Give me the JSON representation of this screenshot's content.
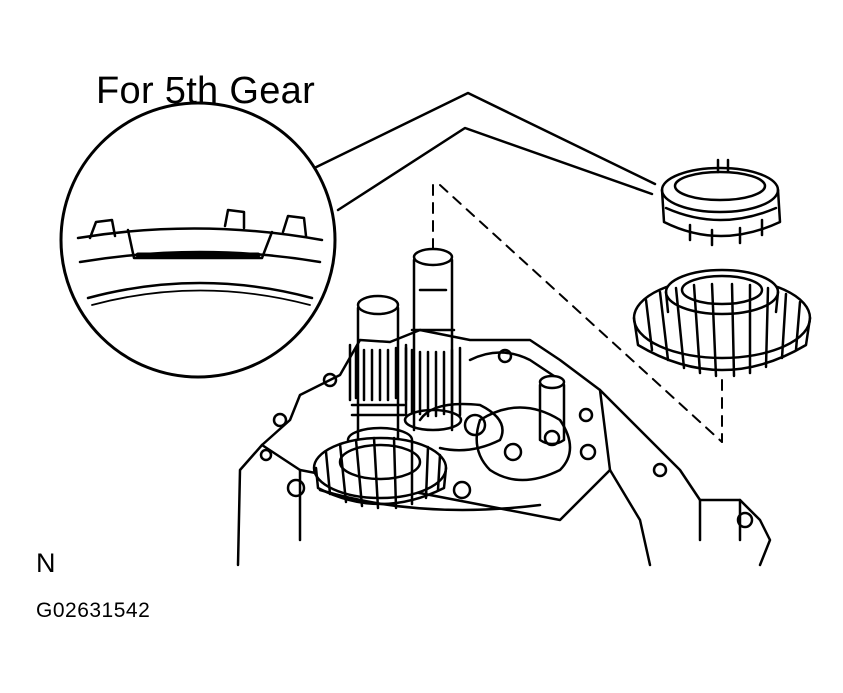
{
  "title": "For 5th Gear",
  "direction_code": "N",
  "figure_id": "G02631542",
  "colors": {
    "ink": "#000000",
    "paper": "#ffffff"
  }
}
